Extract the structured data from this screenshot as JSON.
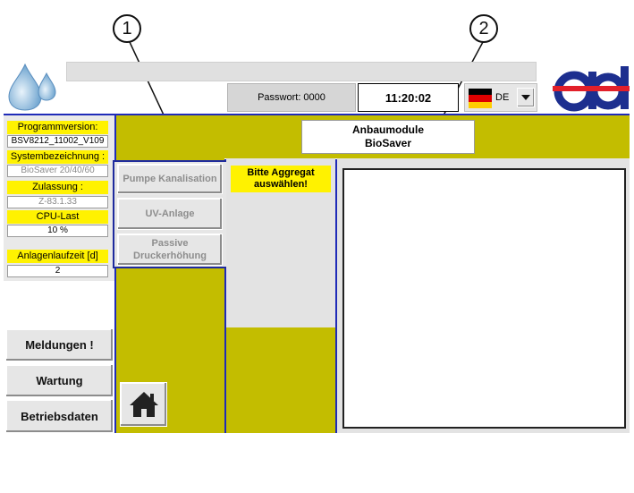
{
  "callouts": [
    "1",
    "2"
  ],
  "header": {
    "password_label": "Passwort: 0000",
    "time": "11:20:02",
    "language": "DE"
  },
  "info_panel": {
    "program_version_label": "Programmversion:",
    "program_version_value": "BSV8212_11002_V109",
    "system_label": "Systembezeichnung :",
    "system_value": "BioSaver 20/40/60",
    "approval_label": "Zulassung :",
    "approval_value": "Z-83.1.33",
    "cpu_label": "CPU-Last",
    "cpu_value": "10 %",
    "runtime_label": "Anlagenlaufzeit  [d]",
    "runtime_value": "2"
  },
  "title": {
    "line1": "Anbaumodule",
    "line2": "BioSaver"
  },
  "modules": {
    "pump": "Pumpe Kanalisation",
    "uv": "UV-Anlage",
    "boost_line1": "Passive",
    "boost_line2": "Druckerhöhung"
  },
  "select_prompt": {
    "line1": "Bitte Aggregat",
    "line2": "auswählen!"
  },
  "side_buttons": {
    "messages": "Meldungen !",
    "maintenance": "Wartung",
    "operating_data": "Betriebsdaten"
  },
  "colors": {
    "panel_olive": "#c3bd00",
    "label_yellow": "#fff200",
    "divider_blue": "#1f2bb8",
    "logo_red": "#e2202a",
    "logo_blue": "#1d2f8f"
  },
  "icons": [
    "water-drops-logo-icon",
    "germany-flag-icon",
    "dropdown-arrow-icon",
    "company-logo-icon",
    "home-icon"
  ]
}
